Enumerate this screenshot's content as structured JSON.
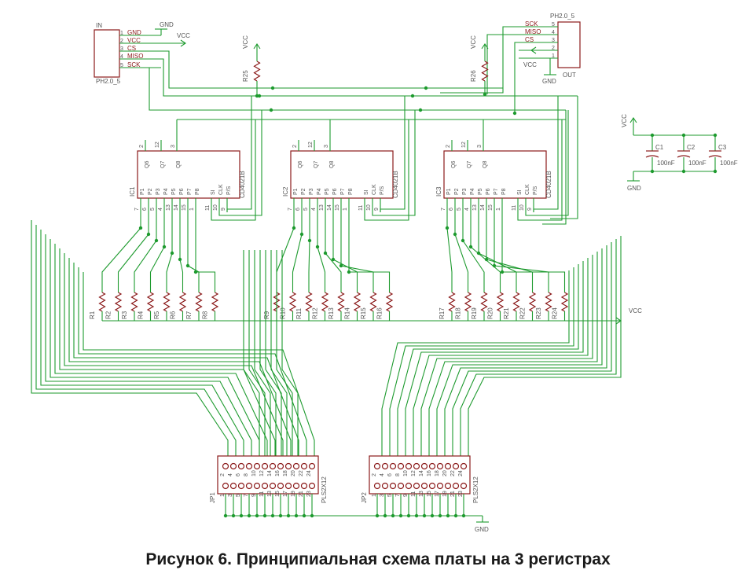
{
  "caption": "Рисунок 6. Принципиальная схема платы на 3 регистрах",
  "in_connector": {
    "name": "IN",
    "part": "PH2.0_5",
    "pins": [
      {
        "num": "1",
        "label": "GND"
      },
      {
        "num": "2",
        "label": "VCC"
      },
      {
        "num": "3",
        "label": "CS"
      },
      {
        "num": "4",
        "label": "MISO"
      },
      {
        "num": "5",
        "label": "SCK"
      }
    ]
  },
  "out_connector": {
    "name": "OUT",
    "part": "PH2.0_5",
    "pins": [
      {
        "num": "5",
        "label": "SCK"
      },
      {
        "num": "4",
        "label": "MISO"
      },
      {
        "num": "3",
        "label": "CS"
      },
      {
        "num": "2",
        "label": ""
      },
      {
        "num": "1",
        "label": ""
      }
    ]
  },
  "net_labels": {
    "gnd": "GND",
    "vcc": "VCC"
  },
  "top_resistors": [
    "R25",
    "R26"
  ],
  "registers": [
    {
      "name": "IC1",
      "part": "CD4021B"
    },
    {
      "name": "IC2",
      "part": "CD4021B"
    },
    {
      "name": "IC3",
      "part": "CD4021B"
    }
  ],
  "register_top_pins": [
    {
      "num": "2",
      "label": "Q6"
    },
    {
      "num": "12",
      "label": "Q7"
    },
    {
      "num": "3",
      "label": "Q8"
    }
  ],
  "register_bottom_pins": [
    {
      "num": "7",
      "label": "P1"
    },
    {
      "num": "6",
      "label": "P2"
    },
    {
      "num": "5",
      "label": "P3"
    },
    {
      "num": "4",
      "label": "P4"
    },
    {
      "num": "13",
      "label": "P5"
    },
    {
      "num": "14",
      "label": "P6"
    },
    {
      "num": "15",
      "label": "P7"
    },
    {
      "num": "1",
      "label": "P8"
    },
    {
      "num": "11",
      "label": "SI"
    },
    {
      "num": "10",
      "label": "CLK"
    },
    {
      "num": "9",
      "label": "P/S"
    }
  ],
  "resistors": [
    "R1",
    "R2",
    "R3",
    "R4",
    "R5",
    "R6",
    "R7",
    "R8",
    "R9",
    "R10",
    "R11",
    "R12",
    "R13",
    "R14",
    "R15",
    "R16",
    "R17",
    "R18",
    "R19",
    "R20",
    "R21",
    "R22",
    "R23",
    "R24"
  ],
  "capacitors": [
    {
      "name": "C1",
      "value": "100nF"
    },
    {
      "name": "C2",
      "value": "100nF"
    },
    {
      "name": "C3",
      "value": "100nF"
    }
  ],
  "headers": [
    {
      "name": "JP1",
      "part": "PLS2X12"
    },
    {
      "name": "JP2",
      "part": "PLS2X12"
    }
  ],
  "header_top_pins": [
    "2",
    "4",
    "6",
    "8",
    "10",
    "12",
    "14",
    "16",
    "18",
    "20",
    "22",
    "24"
  ],
  "header_bottom_pins": [
    "1",
    "3",
    "5",
    "7",
    "9",
    "11",
    "13",
    "15",
    "17",
    "19",
    "21",
    "23"
  ]
}
